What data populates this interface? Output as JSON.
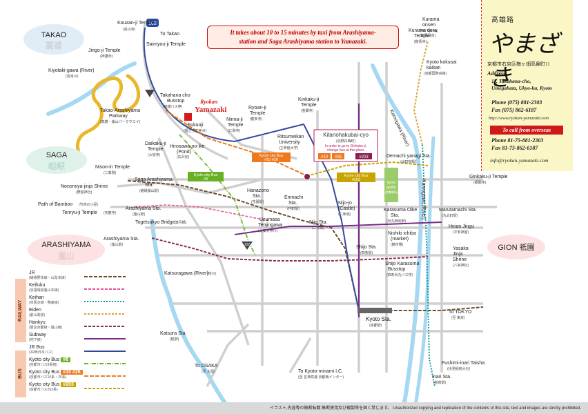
{
  "notice": {
    "line1": "It takes about 10 to 15 minutes by taxi from Arashiyama-",
    "line2": "station and Saga Arashiyama station to Yamazaki."
  },
  "panel": {
    "logo_top": "高雄路",
    "logo": "やまざき",
    "address_jp": "京都市右京区梅ヶ畑高鼻町11",
    "address_heading": "Address",
    "address_line1": "11, Takahana-cho,",
    "address_line2": "Umegahata, Ukyo-ku, Kyoto",
    "phone": "Phone (075) 881-2303",
    "fax": "Fax (075) 862-6187",
    "web": "http://www.ryokan-yamazaki.com",
    "overseas": "To call from overseas",
    "intl_phone": "Phone 81-75-881-2303",
    "intl_fax": "Fax 81-75-862-6187",
    "email": "info@ryokan-yamazaki.com"
  },
  "regions": {
    "takao_en": "TAKAO",
    "takao_jp": "高雄",
    "saga_en": "SAGA",
    "saga_jp": "嵯峨",
    "arashiyama_en": "ARASHIYAMA",
    "arashiyama_jp": "嵐山",
    "gion_en": "GION 祇園"
  },
  "ryokan": {
    "label1": "Ryokan",
    "label2": "Yamazaki"
  },
  "route_badges": {
    "r162": "162",
    "r102": "102"
  },
  "places": {
    "kouzanji": "Kouzan-ji Temple",
    "kouzanji_jp": "(高山寺)",
    "totakao": "To Takao",
    "saimyouji": "Saimyou-ji Temple",
    "jingoji": "Jingo-ji Temple",
    "jingoji_jp": "(神護寺)",
    "kiyotaki": "Kiyotaki-gawa (River)",
    "kiyotaki_jp": "(清滝川)",
    "takahana": "Takahana cho",
    "takahana2": "Busstop",
    "takahana_jp": "(高雄バス停)",
    "parkway": "Takao-Arashiyama",
    "parkway2": "Parkway",
    "parkway_jp": "(高雄・嵐山パークウエイ)",
    "fukuoji": "Fukuoji",
    "fukuoji_jp": "(福王子交差点)",
    "ninnaji": "Ninna-ji",
    "ninnaji2": "Temple",
    "ninnaji_jp": "(仁和寺)",
    "ryoanji": "Ryoan-ji",
    "ryoanji2": "Temple",
    "ryoanji_jp": "(龍安寺)",
    "kinkakuji": "Kinkaku-ji",
    "kinkakuji2": "Temple",
    "kinkakuji_jp": "(金閣寺)",
    "ritsumeikan": "Ritsumeikan",
    "ritsumeikan2": "University",
    "ritsumeikan_jp": "(立命館大学)",
    "daikakuji": "Daikaku-ji",
    "daikakuji2": "Temple",
    "daikakuji_jp": "(大覚寺)",
    "hirosawa": "Hirosawa-no-ike",
    "hirosawa2": "(Pond)",
    "hirosawa_jp": "(広沢池)",
    "nisonin": "Nison-in Temple",
    "nisonin_jp": "(二尊院)",
    "nonomiya": "Nonomiya-jinja Shrine",
    "nonomiya_jp": "(野宮神社)",
    "bamboo": "Path of Bamboo",
    "bamboo_jp": "(竹林の小径)",
    "tenryuji": "Tenryu-ji Temple",
    "tenryuji_jp": "(天龍寺)",
    "sagaarashiyama": "Saga Arashiyama",
    "sagaarashiyama2": "Sta.",
    "sagaarashiyama_jp": "(嵯峨嵐山駅)",
    "arashiyama_sta": "Arashiyama Sta.",
    "arashiyama_sta_jp": "(嵐山駅)",
    "togetsukyo": "Togetsukyo Bridge",
    "togetsukyo_jp": "(渡月橋)",
    "arashiyama_sta2": "Arashiyama Sta.",
    "arashiyama_sta2_jp": "(嵐山駅)",
    "katsuragawa": "Katsuragawa (River)",
    "katsuragawa_jp": "(桂川)",
    "katsura_sta": "Katsura Sta.",
    "katsura_sta_jp": "(桂駅)",
    "toosaka": "To OSAKA",
    "toosaka_jp": "(至 大阪)",
    "tokyominami": "To Kyoto-minami I.C.",
    "tokyominami_jp": "(至 名神高速 京都南インター)",
    "hanazono": "Hanazono",
    "hanazono2": "Sta.",
    "hanazono_jp": "(花園駅)",
    "enmachi": "Enmachi",
    "enmachi2": "Sta.",
    "enmachi_jp": "(円町駅)",
    "uzumasa": "Uzumasa",
    "uzumasa2": "Tenjingawa",
    "uzumasa_jp": "(太秦天神川)",
    "nijo_sta": "Nijo Sta.",
    "nijo_sta_jp": "(二条駅)",
    "nijojo": "Nijo-jo",
    "nijojo2": "(Castle)",
    "nijojo_jp": "(二条城)",
    "kitano_title": "Kitanohakubai-cyo",
    "kitano_jp": "(北野白梅町)",
    "kitano_note1": "In order to go to Ginkaku-ji,",
    "kitano_note2": "change bus at this place",
    "b10": "#10",
    "b26": "#26",
    "b203": "#203",
    "citybus_1026": "Kyoto city Bus",
    "citybus_1026b": "#10 #26",
    "citybus_203": "Kyoto city Bus",
    "citybus_203b": "#203",
    "citybus_8": "Kyoto city Bus",
    "citybus_8b": "#8",
    "kyoto_gosho": "Kyoto",
    "kyoto_gosho2": "gosho",
    "kyoto_gosho_jp": "(京都御所)",
    "kamogawa": "Kamogawa (River)",
    "kamogawa_jp": "鴨川",
    "kamogawa2": "Kamogawa (River)",
    "demachi": "Demachi yanagi Sta.",
    "demachi_jp": "(出町柳駅)",
    "ginkakuji": "Ginkaku-ji Temple",
    "ginkakuji_jp": "(銀閣寺)",
    "marutamachi": "Marutamachi Sta.",
    "marutamachi_jp": "(丸太町駅)",
    "karasuma_oike": "Karasuma Oike",
    "karasuma_oike2": "Sta.",
    "karasuma_oike_jp": "(烏丸御池駅)",
    "nishiki": "Nishiki ichiba",
    "nishiki2": "(market)",
    "nishiki_jp": "(錦市場)",
    "heian": "Heian Jingu",
    "heian_jp": "(平安神宮)",
    "yasaka": "Yasaka",
    "yasaka2": "Jinja",
    "yasaka3": "Shrine",
    "yasaka_jp": "(八坂神社)",
    "shijo": "Shijo Sta.",
    "shijo_jp": "(四条駅)",
    "shijo_karasuma": "Shijo Karasuma",
    "shijo_karasuma2": "Busstop",
    "shijo_karasuma_jp": "(四条烏丸バス停)",
    "kyoto_sta": "Kyoto Sta.",
    "kyoto_sta_jp": "(京都駅)",
    "totokyo": "To TOKYO",
    "totokyo_jp": "(至 東京)",
    "fushimi": "Fushimi-inari Taisha",
    "fushimi_jp": "(伏見稲荷大社)",
    "inari": "Inari Sta.",
    "inari_jp": "(稲荷駅)",
    "kurama": "Kurama",
    "kurama2": "onsen",
    "kurama3": "(Hot Spring)",
    "kurama_jp": "(鞍馬温泉)",
    "kuramadera": "Kurama-dera",
    "kuramadera2": "Temple",
    "kuramadera_jp": "(鞍馬寺)",
    "kokusai": "Kyoto kokusai",
    "kokusai2": "kaikan",
    "kokusai_jp": "(京都国際会館)"
  },
  "legend": {
    "railway_side": "RAILWAY",
    "bus_side": "BUS",
    "items": [
      {
        "name": "JR",
        "jp": "(嵯峨野本線・山陰本線)"
      },
      {
        "name": "Keifuku",
        "jp": "(京福電鉄嵐山本線)"
      },
      {
        "name": "Keihan",
        "jp": "(京阪本線・鴨東線)"
      },
      {
        "name": "Eiden",
        "jp": "(叡山電鉄)"
      },
      {
        "name": "Hankyu",
        "jp": "(阪急京都線・嵐山線)"
      },
      {
        "name": "Subway",
        "jp": "(地下鉄)"
      },
      {
        "name": "JR Bus",
        "jp": "(JR西日本バス)"
      },
      {
        "name": "Kyoto city Bus",
        "badge": "#8",
        "jp": "(京都市バス8系統)"
      },
      {
        "name": "Kyoto city Bus",
        "badge": "#10 #26",
        "jp": "(京都市バス10系・26系)"
      },
      {
        "name": "Kyoto city Bus",
        "badge": "#203",
        "jp": "(京都市バス203系)"
      }
    ]
  },
  "footer": "イラスト,内容等の無断転載 無断使用及び複製等を固く禁じます。 Unauthorized copying and replication of the contents of this site, text and images are strictly prohibited.",
  "colors": {
    "jr": "#5a3a1a",
    "keifuku": "#e8509a",
    "keihan": "#1a9a9a",
    "eiden": "#d8a23a",
    "hankyu": "#8a2a4a",
    "subway": "#7a2a8a",
    "jrbus": "#334a9a",
    "bus8": "#6ab024",
    "bus1026": "#ee7a20",
    "bus203": "#c8a400",
    "river": "#9fd6f0",
    "parkway": "#e8b420",
    "ryokan": "#d91818"
  }
}
